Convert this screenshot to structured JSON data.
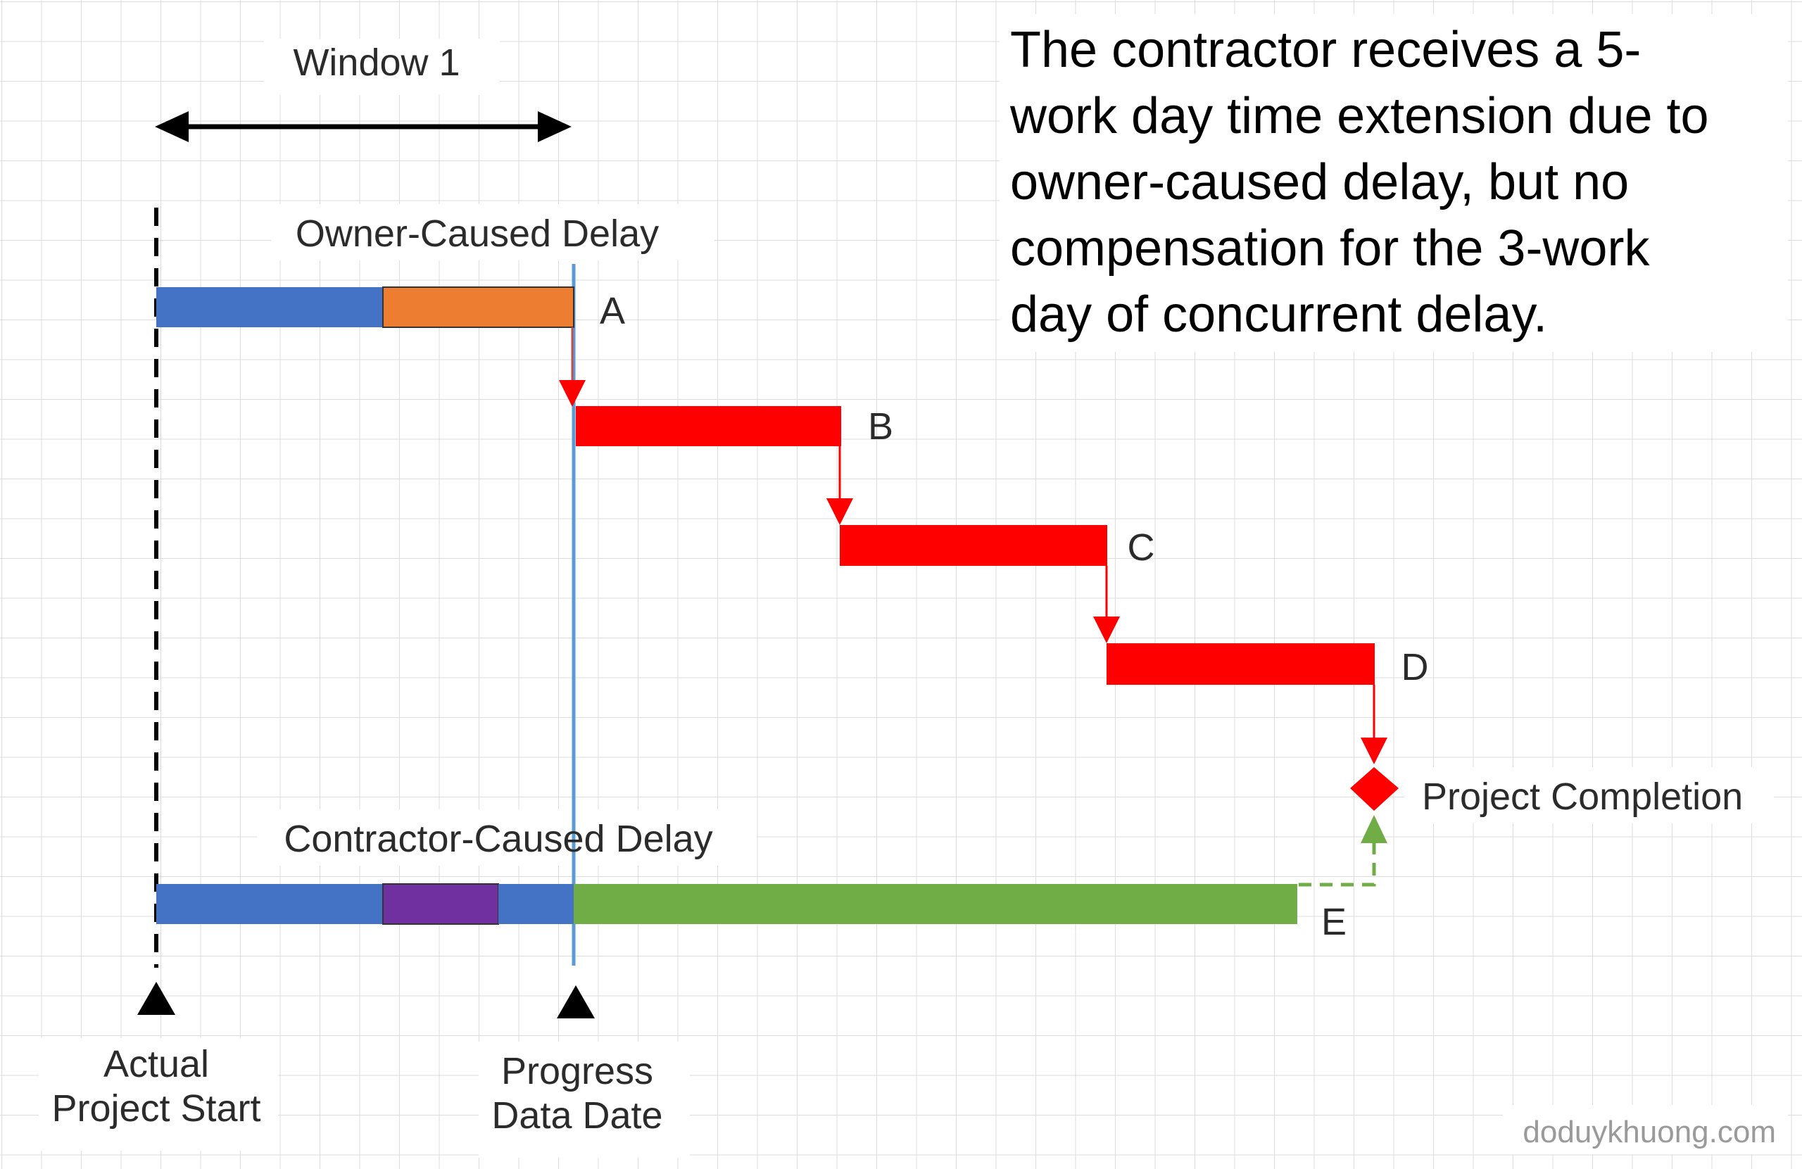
{
  "window_label": "Window 1",
  "caption_lines": [
    "The contractor receives a 5-",
    "work day time extension due to",
    "owner-caused delay, but no",
    "compensation for the 3-work",
    "day of concurrent delay."
  ],
  "owner_delay_label": "Owner-Caused Delay",
  "contractor_delay_label": "Contractor-Caused Delay",
  "activity_labels": {
    "a": "A",
    "b": "B",
    "c": "C",
    "d": "D",
    "e": "E"
  },
  "milestones": {
    "completion": "Project Completion",
    "start_line1": "Actual",
    "start_line2": "Project Start",
    "data_date_line1": "Progress",
    "data_date_line2": "Data Date"
  },
  "watermark": "doduykhuong.com",
  "colors": {
    "baseline_blue": "#4472c4",
    "owner_delay": "#ed7d31",
    "contractor_delay": "#7030a0",
    "critical_red": "#ff0000",
    "progress_green": "#70ad47",
    "data_date_line": "#5b9bd5",
    "grid": "#d9d9d9",
    "watermark": "#9a9a9a"
  }
}
